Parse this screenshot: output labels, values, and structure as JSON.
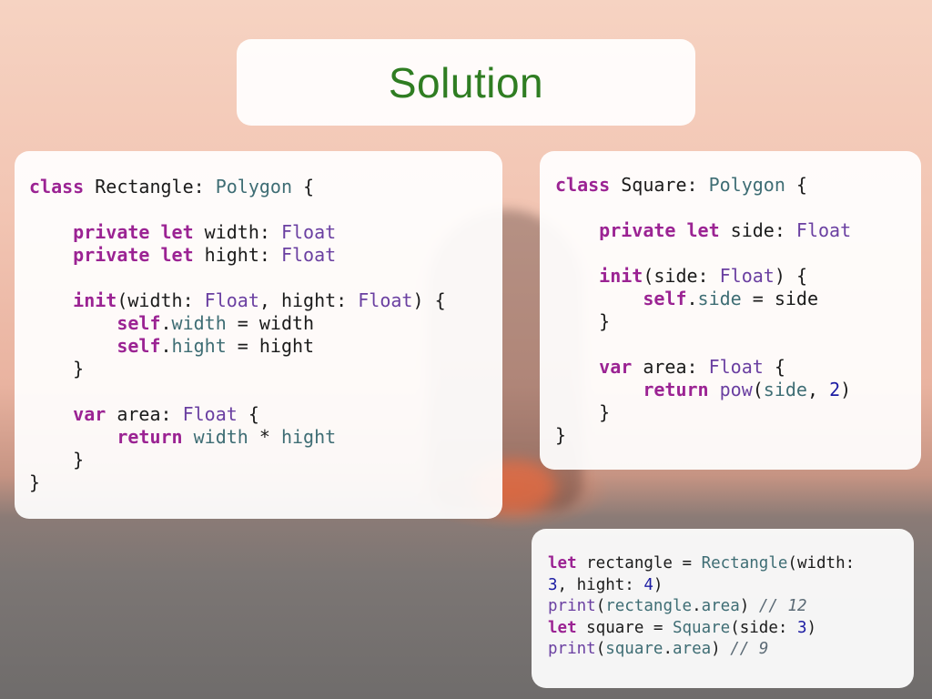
{
  "slide": {
    "title": "Solution"
  },
  "code": {
    "rectangle": {
      "l1_kw": "class",
      "l1_name": " Rectangle: ",
      "l1_type": "Polygon",
      "l1_end": " {",
      "l2_kw": "private let",
      "l2_name": " width: ",
      "l2_type": "Float",
      "l3_kw": "private let",
      "l3_name": " hight: ",
      "l3_type": "Float",
      "l4_kw": "init",
      "l4_a": "(width: ",
      "l4_t1": "Float",
      "l4_b": ", hight: ",
      "l4_t2": "Float",
      "l4_end": ") {",
      "l5_kw": "self",
      "l5_dot": ".",
      "l5_prop": "width",
      "l5_end": " = width",
      "l6_kw": "self",
      "l6_dot": ".",
      "l6_prop": "hight",
      "l6_end": " = hight",
      "l7": "}",
      "l8_kw": "var",
      "l8_name": " area: ",
      "l8_type": "Float",
      "l8_end": " {",
      "l9_kw": "return",
      "l9_p1": "width",
      "l9_op": " * ",
      "l9_p2": "hight",
      "l10": "}",
      "l11": "}"
    },
    "square": {
      "l1_kw": "class",
      "l1_name": " Square: ",
      "l1_type": "Polygon",
      "l1_end": " {",
      "l2_kw": "private let",
      "l2_name": " side: ",
      "l2_type": "Float",
      "l3_kw": "init",
      "l3_a": "(side: ",
      "l3_t": "Float",
      "l3_end": ") {",
      "l4_kw": "self",
      "l4_dot": ".",
      "l4_prop": "side",
      "l4_end": " = side",
      "l5": "}",
      "l6_kw": "var",
      "l6_name": " area: ",
      "l6_type": "Float",
      "l6_end": " {",
      "l7_kw": "return",
      "l7_fn": "pow",
      "l7_a": "(",
      "l7_prop": "side",
      "l7_b": ", ",
      "l7_num": "2",
      "l7_end": ")",
      "l8": "}",
      "l9": "}"
    },
    "usage": {
      "l1_kw": "let",
      "l1_a": " rectangle = ",
      "l1_ty": "Rectangle",
      "l1_b": "(width:",
      "l2_num1": "3",
      "l2_a": ", hight: ",
      "l2_num2": "4",
      "l2_end": ")",
      "l3_fn": "print",
      "l3_a": "(",
      "l3_p1": "rectangle",
      "l3_dot": ".",
      "l3_p2": "area",
      "l3_end": ") ",
      "l3_cm": "// 12",
      "l4_kw": "let",
      "l4_a": " square = ",
      "l4_ty": "Square",
      "l4_b": "(side: ",
      "l4_num": "3",
      "l4_end": ")",
      "l5_fn": "print",
      "l5_a": "(",
      "l5_p1": "square",
      "l5_dot": ".",
      "l5_p2": "area",
      "l5_end": ") ",
      "l5_cm": "// 9"
    }
  }
}
